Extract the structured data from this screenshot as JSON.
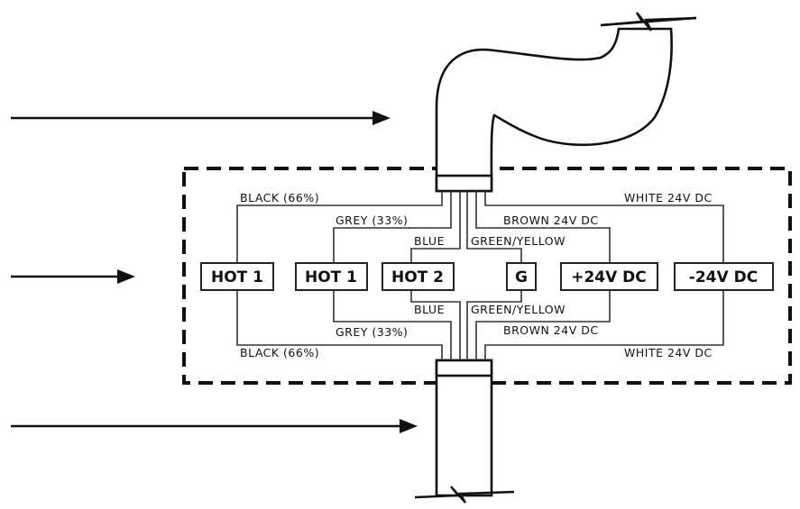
{
  "terminals": {
    "hot1_left": "HOT 1",
    "hot1_mid": "HOT 1",
    "hot2": "HOT 2",
    "ground": "G",
    "plus24": "+24V DC",
    "minus24": "-24V DC"
  },
  "wires_top": {
    "black": "BLACK (66%)",
    "grey": "GREY (33%)",
    "blue": "BLUE",
    "green_yellow": "GREEN/YELLOW",
    "brown": "BROWN 24V DC",
    "white": "WHITE 24V DC"
  },
  "wires_bottom": {
    "black": "BLACK (66%)",
    "grey": "GREY (33%)",
    "blue": "BLUE",
    "green_yellow": "GREEN/YELLOW",
    "brown": "BROWN 24V DC",
    "white": "WHITE 24V DC"
  },
  "colors": {
    "line": "#111111",
    "background": "#ffffff"
  }
}
